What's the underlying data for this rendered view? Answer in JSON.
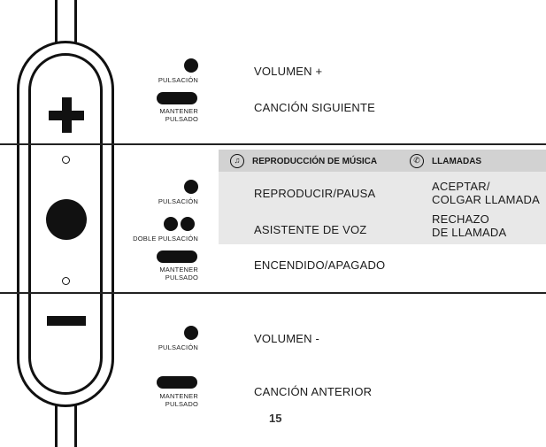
{
  "rows": [
    {
      "label_top": "",
      "label_bottom": "PULSACIÓN",
      "function": "VOLUMEN +"
    },
    {
      "label_top": "MANTENER",
      "label_bottom": "PULSADO",
      "function": "CANCIÓN SIGUIENTE"
    },
    {
      "label_top": "",
      "label_bottom": "PULSACIÓN",
      "function": "REPRODUCIR/PAUSA"
    },
    {
      "label_top": "",
      "label_bottom": "DOBLE PULSACIÓN",
      "function": "ASISTENTE DE VOZ"
    },
    {
      "label_top": "MANTENER",
      "label_bottom": "PULSADO",
      "function": "ENCENDIDO/APAGADO"
    },
    {
      "label_top": "",
      "label_bottom": "PULSACIÓN",
      "function": "VOLUMEN -"
    },
    {
      "label_top": "MANTENER",
      "label_bottom": "PULSADO",
      "function": "CANCIÓN ANTERIOR"
    }
  ],
  "table": {
    "header_music": "REPRODUCCIÓN DE MÚSICA",
    "header_calls": "LLAMADAS",
    "music_icon": "music-note-icon",
    "calls_icon": "phone-icon",
    "call_row1_line1": "ACEPTAR/",
    "call_row1_line2": "COLGAR LLAMADA",
    "call_row2_line1": "RECHAZO",
    "call_row2_line2": "DE LLAMADA"
  },
  "page_number": "15"
}
